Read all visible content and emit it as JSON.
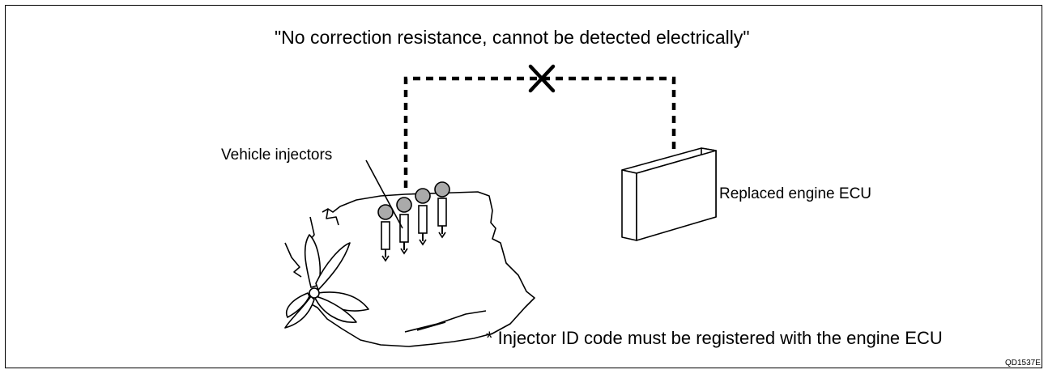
{
  "title": "\"No correction resistance, cannot be detected electrically\"",
  "labels": {
    "injectors": "Vehicle injectors",
    "ecu": "Replaced engine ECU"
  },
  "note": "* Injector ID code must be registered with the engine ECU",
  "figure_code": "QD1537E"
}
